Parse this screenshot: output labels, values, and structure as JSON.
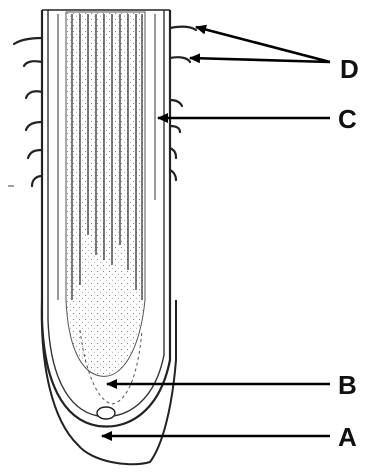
{
  "diagram": {
    "labels": {
      "a": "A",
      "b": "B",
      "c": "C",
      "d": "D"
    }
  }
}
